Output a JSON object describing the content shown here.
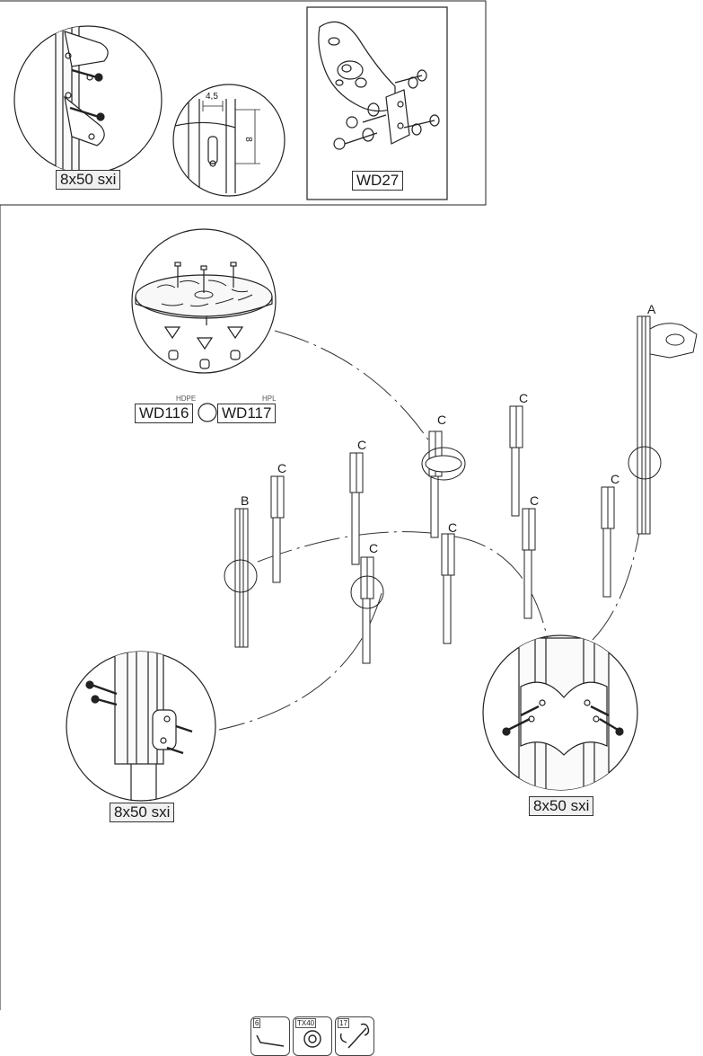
{
  "top_panel": {
    "screw_label_top": "8x50 sxi",
    "dimension_width": "4,5",
    "dimension_height": "8",
    "bracket_label": "WD27"
  },
  "platform_detail": {
    "material_left": "HDPE",
    "material_right": "HPL",
    "code_left": "WD116",
    "code_right": "WD117"
  },
  "post_tags": {
    "a": "A",
    "b": "B",
    "c": "C"
  },
  "screw_label_left": "8x50 sxi",
  "screw_label_right": "8x50 sxi",
  "tools": [
    {
      "label": "6",
      "icon": "allen-key-icon"
    },
    {
      "label": "TX40",
      "icon": "torx-bit-icon"
    },
    {
      "label": "17",
      "icon": "wrench-icon"
    }
  ]
}
